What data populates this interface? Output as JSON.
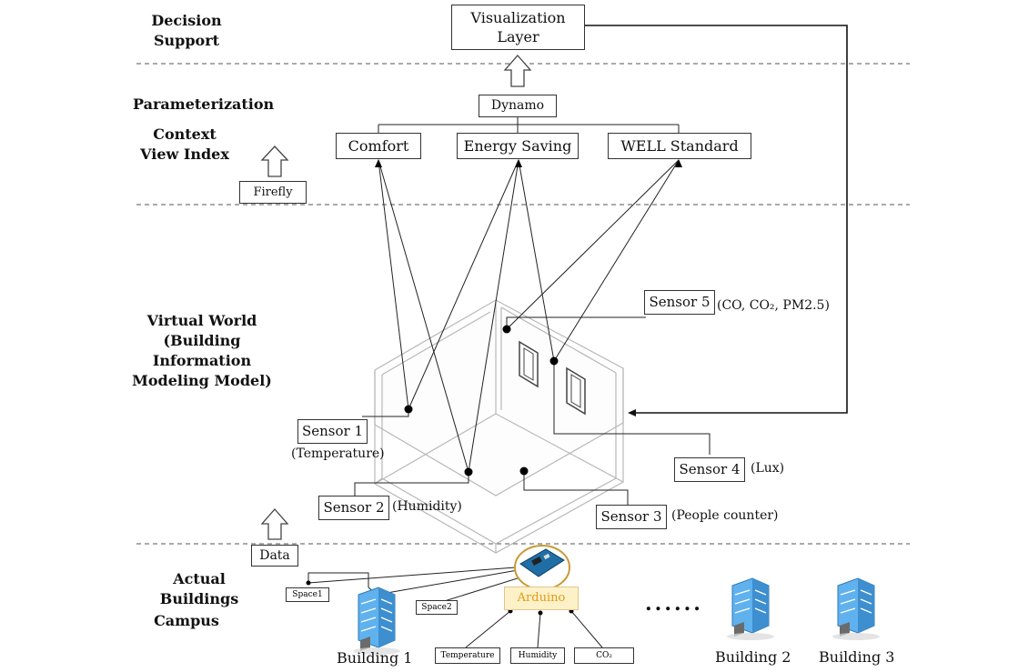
{
  "layers": {
    "decision_support": "Decision\nSupport",
    "parameterization": "Parameterization",
    "context_view_index": "Context\nView Index",
    "virtual_world": "Virtual World\n(Building Information\nModeling Model)",
    "actual_buildings": "Actual Buildings",
    "campus": "Campus"
  },
  "boxes": {
    "visualization_layer": "Visualization\nLayer",
    "dynamo": "Dynamo",
    "comfort": "Comfort",
    "energy_saving": "Energy Saving",
    "well_standard": "WELL Standard",
    "firefly": "Firefly",
    "data": "Data"
  },
  "sensors": [
    {
      "label": "Sensor 1",
      "note": "(Temperature)"
    },
    {
      "label": "Sensor 2",
      "note": "(Humidity)"
    },
    {
      "label": "Sensor 3",
      "note": "(People counter)"
    },
    {
      "label": "Sensor 4",
      "note": "(Lux)"
    },
    {
      "label": "Sensor 5",
      "note": "(CO, CO₂, PM2.5)"
    }
  ],
  "campus": {
    "arduino": "Arduino",
    "spaces": [
      "Space1",
      "Space2"
    ],
    "arduino_inputs": [
      "Temperature",
      "Humidity",
      "CO₂"
    ],
    "buildings": [
      "Building 1",
      "Building 2",
      "Building 3"
    ],
    "ellipsis": "......"
  },
  "colors": {
    "line": "#222222",
    "divider": "#555555",
    "room_edge": "#b5b5b5",
    "building_blue": "#4a9fe0",
    "arduino_fill": "#fdf1c8",
    "arduino_text": "#e29a17"
  },
  "icons": [
    "up-arrow-icon",
    "building-icon",
    "arduino-board-icon",
    "sensor-dot-icon"
  ]
}
